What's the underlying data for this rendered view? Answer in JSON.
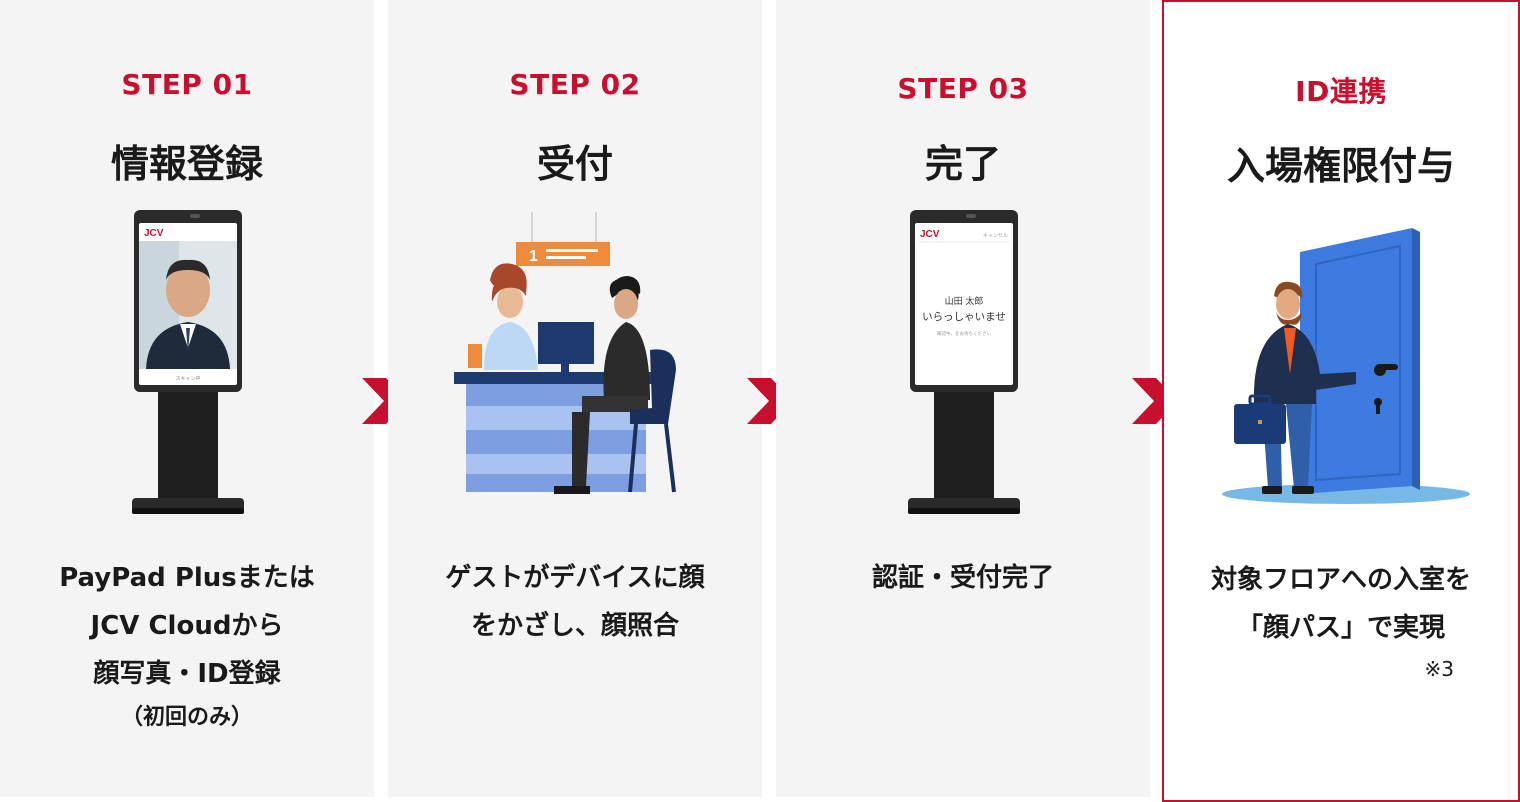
{
  "steps": [
    {
      "step_label": "STEP 01",
      "title": "情報登録",
      "desc_lines": [
        "PayPad Plusまたは",
        "JCV Cloudから",
        "顔写真・ID登録"
      ],
      "desc_small": "（初回のみ）",
      "kiosk": {
        "logo": "JCV",
        "footer": "スキャン中"
      }
    },
    {
      "step_label": "STEP 02",
      "title": "受付",
      "desc_lines": [
        "ゲストがデバイスに顔",
        "をかざし、顔照合"
      ],
      "sign_number": "1"
    },
    {
      "step_label": "STEP 03",
      "title": "完了",
      "desc_lines": [
        "認証・受付完了"
      ],
      "kiosk": {
        "logo": "JCV",
        "cancel": "キャンセル",
        "name": "山田 太郎",
        "greeting": "いらっしゃいませ",
        "sub": "確認中、をお待ちください"
      }
    },
    {
      "step_label": "ID連携",
      "title": "入場権限付与",
      "desc_lines": [
        "対象フロアへの入室を",
        "「顔パス」で実現"
      ],
      "note": "※3"
    }
  ],
  "colors": {
    "accent_red": "#c8102e",
    "panel_bg": "#f4f4f4",
    "text": "#1a1a1a",
    "door_blue": "#3d7be0",
    "desk_blue": "#6f8fd8",
    "sign_orange": "#ef8b3a"
  },
  "icons": [
    "chevron-right-icon",
    "kiosk-device-icon",
    "reception-desk-illustration",
    "door-entry-illustration"
  ]
}
